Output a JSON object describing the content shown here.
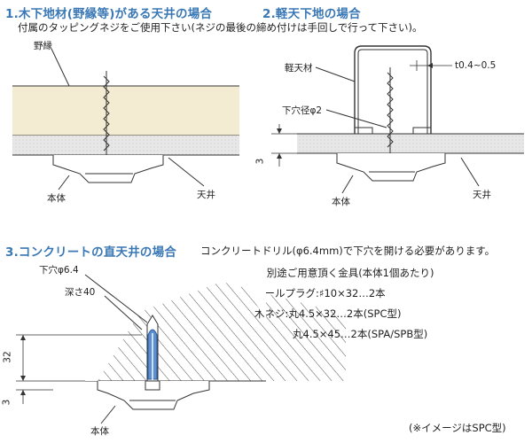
{
  "section1": {
    "heading": "1.木下地材(野縁等)がある天井の場合",
    "label_joist": "野縁",
    "label_body": "本体",
    "label_ceiling": "天井"
  },
  "section2": {
    "heading": "2.軽天下地の場合",
    "label_channel": "軽天材",
    "label_thickness": "t0.4~0.5",
    "label_hole": "下穴径φ2",
    "label_gap": "3",
    "label_body": "本体",
    "label_ceiling": "天井"
  },
  "note_top": "付属のタッピングネジをご使用下さい(ネジの最後の締め付けは手回しで行って下さい)。",
  "section3": {
    "heading": "3.コンクリートの直天井の場合",
    "drill_note": "コンクリートドリル(φ6.4mm)で下穴を開ける必要があります。",
    "label_hole": "下穴φ6.4",
    "label_depth": "深さ40",
    "dim_32": "32",
    "dim_3": "3",
    "label_body": "本体",
    "specs": {
      "title": "● 別途ご用意頂く金具(本体1個あたり)",
      "plug": "カールプラグ:♯10×32…2本",
      "screw1": "木ネジ:丸4.5×32…2本(SPC型)",
      "screw2": "丸4.5×45…2本(SPA/SPB型)"
    }
  },
  "footnote": "(※イメージはSPC型)",
  "colors": {
    "heading": "#3a78b5",
    "wood": "#f3ecd2",
    "board": "#e7e7e7",
    "plug": "#5b8fd0",
    "lines": "#333333"
  }
}
